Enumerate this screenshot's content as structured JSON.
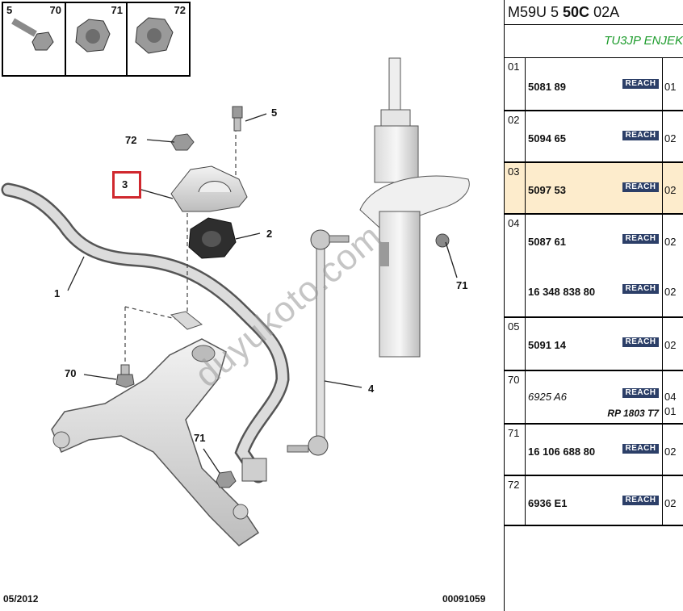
{
  "legend": [
    {
      "left": "5",
      "right": "70"
    },
    {
      "left": "",
      "right": "71"
    },
    {
      "left": "",
      "right": "72"
    }
  ],
  "callouts": {
    "c1": "1",
    "c2": "2",
    "c3": "3",
    "c4": "4",
    "c5": "5",
    "c70": "70",
    "c71a": "71",
    "c71b": "71",
    "c72": "72"
  },
  "watermark": "duyukoto.com",
  "footer": {
    "date": "05/2012",
    "code": "00091059"
  },
  "panel": {
    "header_prefix": "M59U 5 ",
    "header_bold": "50C",
    "header_suffix": " 02A",
    "engine": "TU3JP ENJEK",
    "badge": "REACH",
    "rows": [
      {
        "num": "01",
        "ref": "5081 89",
        "qty": "01"
      },
      {
        "num": "02",
        "ref": "5094 65",
        "qty": "02"
      },
      {
        "num": "03",
        "ref": "5097 53",
        "qty": "02"
      },
      {
        "num": "04",
        "ref": "5087 61",
        "qty": "02",
        "ref2": "16 348 838 80",
        "qty2": "02"
      },
      {
        "num": "05",
        "ref": "5091 14",
        "qty": "02"
      },
      {
        "num": "70",
        "ref": "6925 A6",
        "qty": "04",
        "rp": "RP 1803 T7",
        "qty2": "01"
      },
      {
        "num": "71",
        "ref": "16 106 688 80",
        "qty": "02"
      },
      {
        "num": "72",
        "ref": "6936 E1",
        "qty": "02"
      }
    ]
  }
}
